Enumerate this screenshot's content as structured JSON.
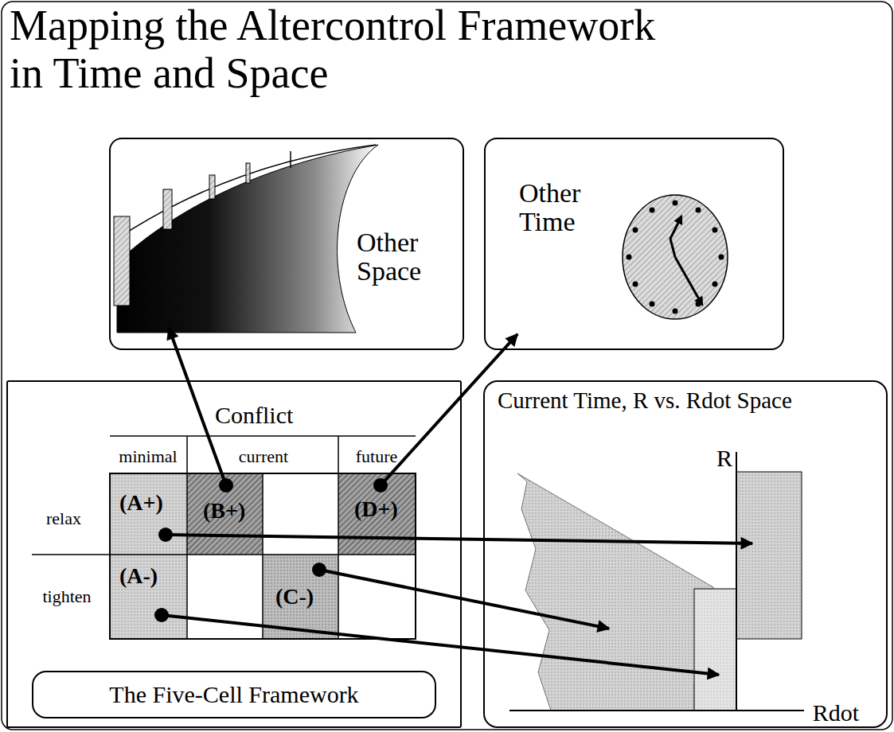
{
  "diagram": {
    "title": "Mapping the Altercontrol Framework in Time and Space",
    "nodes": [
      {
        "text": [
          "Other Space"
        ]
      },
      {
        "text": [
          "Other Time"
        ]
      },
      {
        "text": [
          "Conflict"
        ]
      },
      {
        "text": [
          "(A+)"
        ],
        "in": 2
      },
      {
        "text": [
          "(B+)"
        ],
        "in": 2
      },
      {
        "text": [
          "(D+)"
        ],
        "in": 2
      },
      {
        "text": [
          "(A-)"
        ],
        "in": 2
      },
      {
        "text": [
          "(C-)"
        ],
        "in": 2
      },
      {
        "text": [
          "The Five-Cell Framework"
        ],
        "in": 2
      },
      {
        "text": [
          "Current Time, R vs. Rdot Space"
        ]
      }
    ],
    "edges": [
      {
        "from": 4,
        "to": 0,
        "arrow": "to"
      },
      {
        "from": 5,
        "to": 1,
        "arrow": "to"
      },
      {
        "from": 3,
        "to": 9,
        "arrow": "to"
      },
      {
        "from": 7,
        "to": 9,
        "arrow": "to"
      },
      {
        "from": 6,
        "to": 9,
        "arrow": "to"
      }
    ],
    "labels": [
      "minimal",
      "current",
      "future",
      "relax",
      "tighten",
      "R",
      "Rdot"
    ]
  }
}
